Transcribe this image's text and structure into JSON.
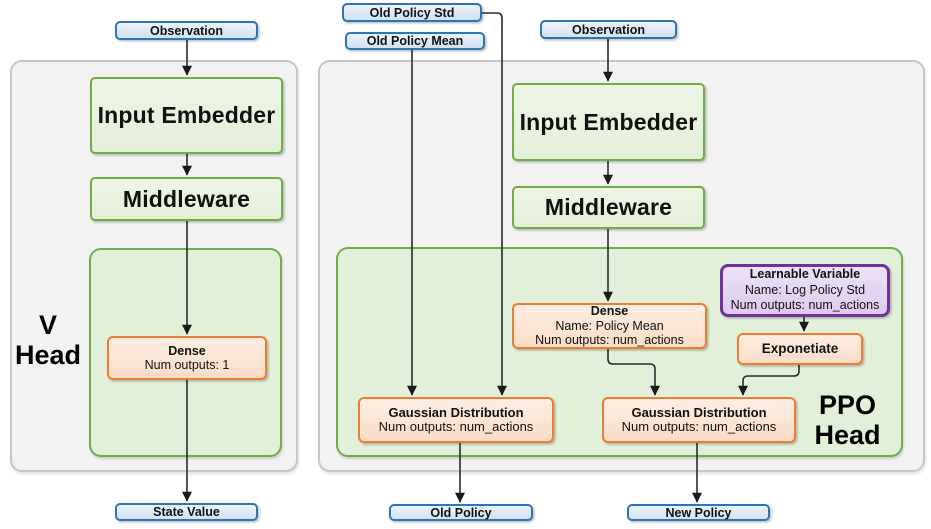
{
  "inputs": {
    "observation_left": "Observation",
    "old_policy_std": "Old Policy Std",
    "old_policy_mean": "Old Policy Mean",
    "observation_right": "Observation"
  },
  "v_head": {
    "label_line1": "V",
    "label_line2": "Head",
    "input_embedder": "Input Embedder",
    "middleware": "Middleware",
    "dense": {
      "title": "Dense",
      "num_outputs": "Num outputs: 1"
    }
  },
  "ppo_head": {
    "label_line1": "PPO",
    "label_line2": "Head",
    "input_embedder": "Input Embedder",
    "middleware": "Middleware",
    "dense": {
      "title": "Dense",
      "name": "Name: Policy Mean",
      "num_outputs": "Num outputs: num_actions"
    },
    "learnable_variable": {
      "title": "Learnable Variable",
      "name": "Name: Log Policy Std",
      "num_outputs": "Num outputs: num_actions"
    },
    "exponetiate": "Exponetiate",
    "gaussian_old": {
      "title": "Gaussian Distribution",
      "num_outputs": "Num outputs: num_actions"
    },
    "gaussian_new": {
      "title": "Gaussian Distribution",
      "num_outputs": "Num outputs: num_actions"
    }
  },
  "outputs": {
    "state_value": "State Value",
    "old_policy": "Old Policy",
    "new_policy": "New Policy"
  },
  "colors": {
    "blue_border": "#2e75b6",
    "blue_fill": "#dce9f7",
    "green_border": "#70ad47",
    "green_fill": "#e8f2de",
    "green_container_fill": "#e2efd9",
    "orange_border": "#ed7d31",
    "orange_fill": "#fce4d6",
    "purple_border": "#7030a0",
    "purple_fill": "#e5d8f2",
    "panel_fill": "#f2f2f2",
    "panel_border": "#c6c6c6",
    "arrow": "#1a1a1a"
  }
}
